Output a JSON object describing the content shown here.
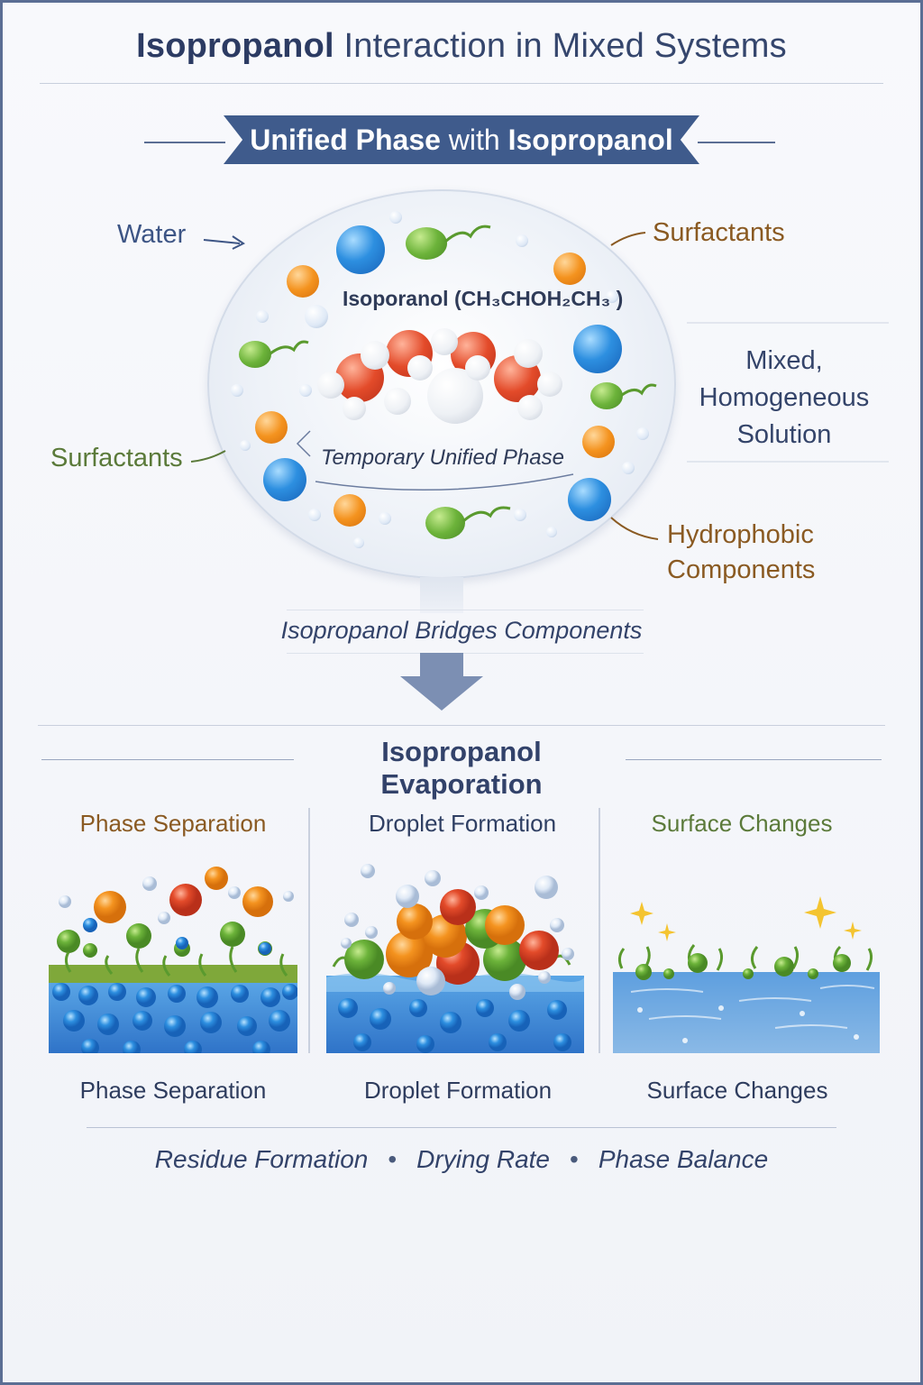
{
  "title": {
    "bold": "Isopropanol",
    "rest": " Interaction in Mixed Systems"
  },
  "banner": {
    "bold1": "Unified Phase",
    "mid": " with ",
    "bold2": "Isopropanol"
  },
  "top_diagram": {
    "water_label": "Water",
    "surfactants_right": "Surfactants",
    "surfactants_left": "Surfactants",
    "isopropanol_label": "Isoporanol (CH₃CHOH₂CH₃ )",
    "temporary_phase": "Temporary Unified Phase",
    "mixed_solution": [
      "Mixed,",
      "Homogeneous",
      "Solution"
    ],
    "hydrophobic": [
      "Hydrophobic",
      "Components"
    ],
    "bridges": "Isopropanol Bridges Components"
  },
  "evaporation": {
    "title": "Isopropanol Evaporation",
    "columns": [
      {
        "heading": "Phase Separation",
        "caption": "Phase Separation",
        "heading_color": "#8a5a22"
      },
      {
        "heading": "Droplet Formation",
        "caption": "Droplet Formation",
        "heading_color": "#2f3f63"
      },
      {
        "heading": "Surface Changes",
        "caption": "Surface Changes",
        "heading_color": "#5b7a3a"
      }
    ]
  },
  "footer": {
    "items": [
      "Residue Formation",
      "Drying Rate",
      "Phase Balance"
    ],
    "separator": "•"
  },
  "colors": {
    "navy": "#3f5b8c",
    "water_blue": "#2d8fe0",
    "surfactant_green": "#6cb33a",
    "orange": "#f4931f",
    "red": "#e34b2a"
  }
}
